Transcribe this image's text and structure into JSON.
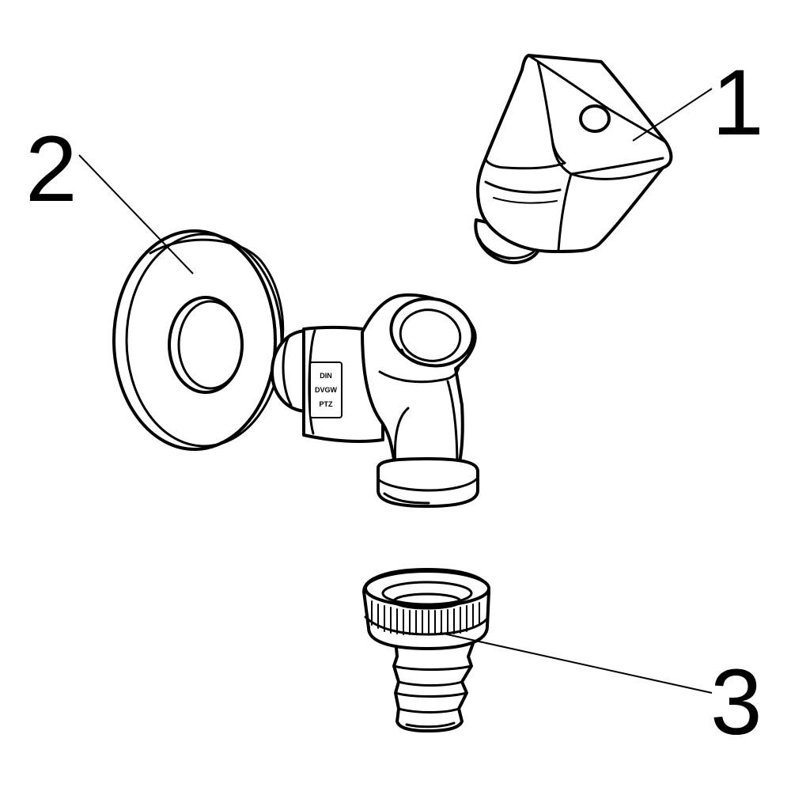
{
  "callouts": [
    {
      "id": "1",
      "label": "1"
    },
    {
      "id": "2",
      "label": "2"
    },
    {
      "id": "3",
      "label": "3"
    }
  ],
  "valve_marking_lines": [
    "DIN",
    "DVGW",
    "PTZ"
  ],
  "colors": {
    "line": "#000000",
    "background": "#ffffff"
  }
}
